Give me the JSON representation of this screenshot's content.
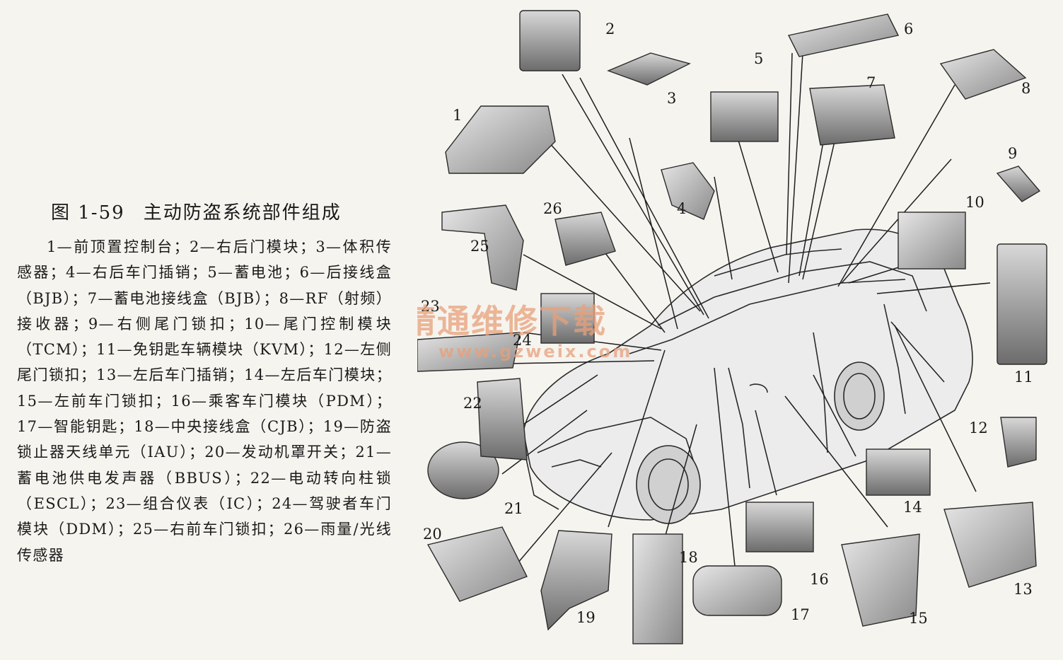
{
  "figure": {
    "number": "图 1-59",
    "title": "主动防盗系统部件组成",
    "caption": "1—前顶置控制台；2—右后门模块；3—体积传感器；4—右后车门插销；5—蓄电池；6—后接线盒（BJB）；7—蓄电池接线盒（BJB）；8—RF（射频）接收器；9—右侧尾门锁扣；10—尾门控制模块（TCM）；11—免钥匙车辆模块（KVM）；12—左侧尾门锁扣；13—左后车门插销；14—左后车门模块；15—左前车门锁扣；16—乘客车门模块（PDM）；17—智能钥匙；18—中央接线盒（CJB）；19—防盗锁止器天线单元（IAU）；20—发动机罩开关；21—蓄电池供电发声器（BBUS）；22—电动转向柱锁（ESCL）；23—组合仪表（IC）；24—驾驶者车门模块（DDM）；25—右前车门锁扣；26—雨量/光线传感器"
  },
  "labels": [
    "1",
    "2",
    "3",
    "4",
    "5",
    "6",
    "7",
    "8",
    "9",
    "10",
    "11",
    "12",
    "13",
    "14",
    "15",
    "16",
    "17",
    "18",
    "19",
    "20",
    "21",
    "22",
    "23",
    "24",
    "25",
    "26"
  ],
  "watermark": {
    "title": "精通维修下载",
    "url": "www.gzweix.com",
    "color": "#e8a07a"
  }
}
